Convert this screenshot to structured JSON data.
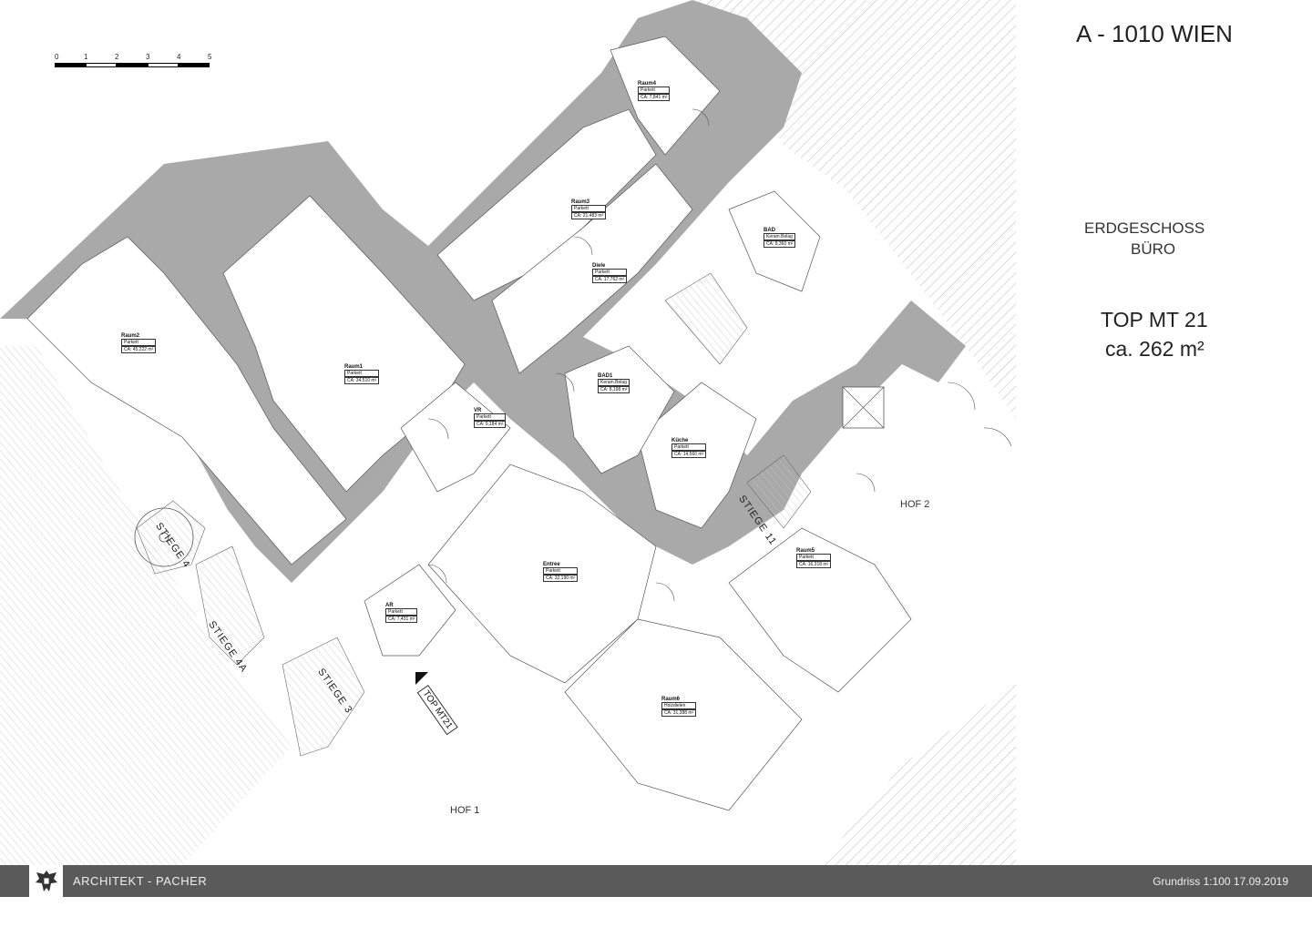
{
  "header": {
    "address": "A - 1010 WIEN",
    "floor": "ERDGESCHOSS",
    "use": "BÜRO",
    "unit": "TOP MT 21",
    "area": "ca. 262 m²"
  },
  "scale_bar": {
    "ticks": [
      "0",
      "1",
      "2",
      "3",
      "4",
      "5"
    ]
  },
  "rooms": [
    {
      "name": "Raum4",
      "floor": "Parkett",
      "area": "CA: 7,841 m²"
    },
    {
      "name": "Raum3",
      "floor": "Parkett",
      "area": "CA: 21,483 m²"
    },
    {
      "name": "BAD",
      "floor": "Keram.Belag",
      "area": "CA: 8,360 m²"
    },
    {
      "name": "Diele",
      "floor": "Parkett",
      "area": "CA: 17,762 m²"
    },
    {
      "name": "Raum2",
      "floor": "Parkett",
      "area": "CA: 45,222 m²"
    },
    {
      "name": "Raum1",
      "floor": "Parkett",
      "area": "CA: 34,510 m²"
    },
    {
      "name": "BAD1",
      "floor": "Keram.Belag",
      "area": "CA: 8,198 m²"
    },
    {
      "name": "VR",
      "floor": "Parkett",
      "area": "CA: 9,184 m²"
    },
    {
      "name": "Küche",
      "floor": "Parkett",
      "area": "CA: 14,560 m²"
    },
    {
      "name": "Raum5",
      "floor": "Parkett",
      "area": "CA: 16,318 m²"
    },
    {
      "name": "Entree",
      "floor": "Parkett",
      "area": "CA: 32,190 m²"
    },
    {
      "name": "AR",
      "floor": "Parkett",
      "area": "CA: 7,431 m²"
    },
    {
      "name": "Raum6",
      "floor": "Holzdielen",
      "area": "CA: 31,388 m²"
    }
  ],
  "stairs": [
    "STIEGE 4",
    "STIEGE 4A",
    "STIEGE 3",
    "STIEGE 11"
  ],
  "courtyards": [
    "HOF 1",
    "HOF 2"
  ],
  "unit_tag": "TOP MT21",
  "footer": {
    "office": "ARCHITEKT - PACHER",
    "plan_info": "Grundriss 1:100    17.09.2019"
  }
}
